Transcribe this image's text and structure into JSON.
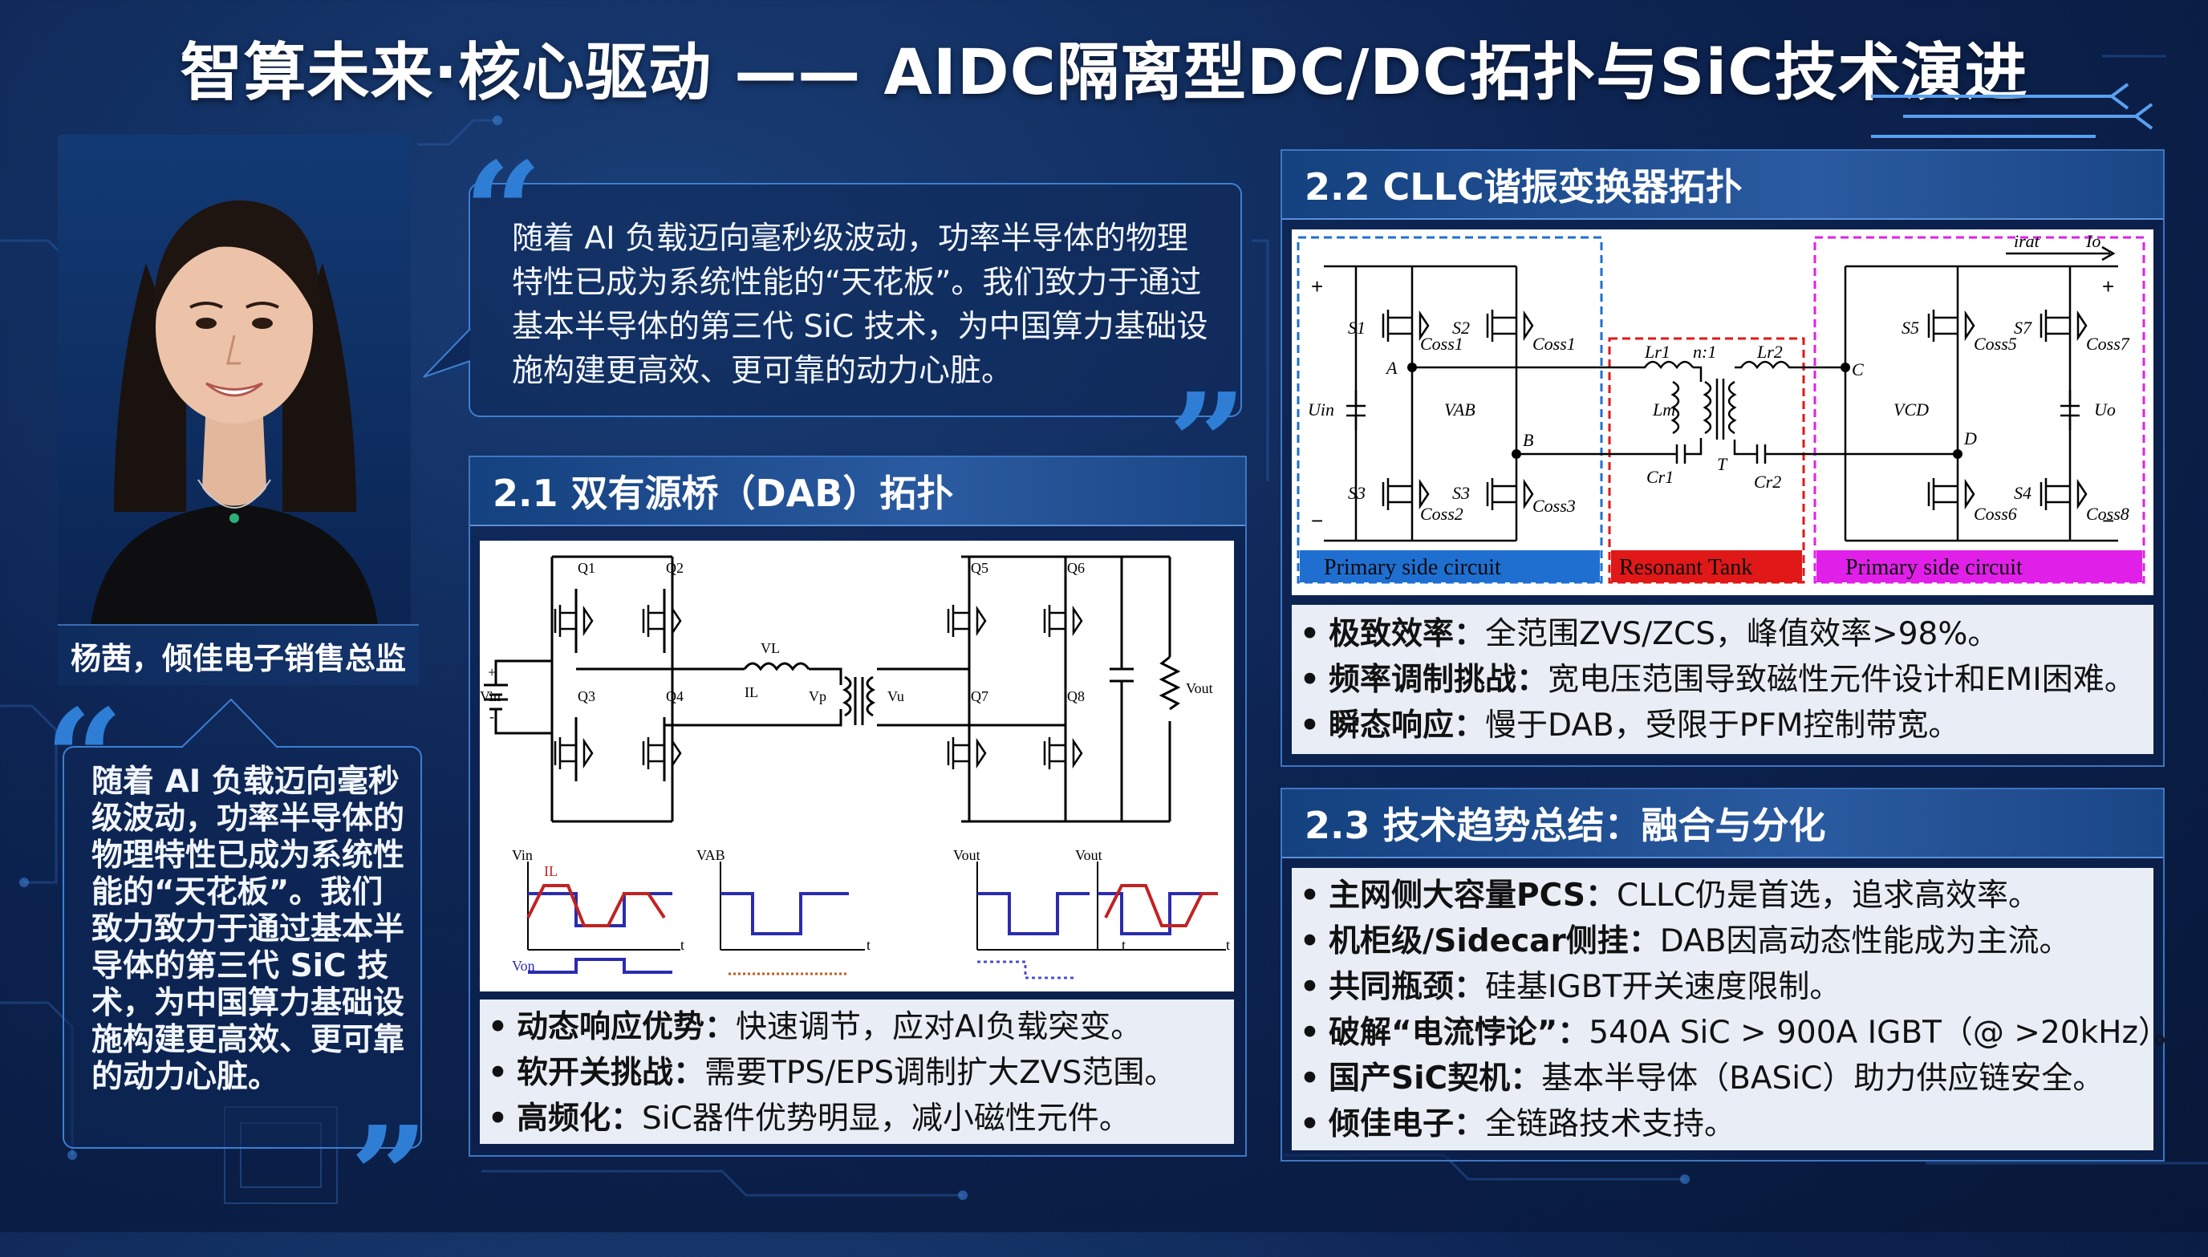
{
  "title": "智算未来·核心驱动 —— AIDC隔离型DC/DC拓扑与SiC技术演进",
  "speaker": {
    "caption": "杨茜，倾佳电子销售总监"
  },
  "quote_top": "随着 AI 负载迈向毫秒级波动，功率半导体的物理特性已成为系统性能的“天花板”。我们致力于通过基本半导体的第三代 SiC 技术，为中国算力基础设施构建更高效、更可靠的动力心脏。",
  "quote_left": "随着 AI 负载迈向毫秒级波动，功率半导体的物理特性已成为系统性能的“天花板”。我们致力致力于通过基本半导体的第三代 SiC 技术，为中国算力基础设施构建更高效、更可靠的动力心脏。",
  "quote_marks": {
    "open": "“",
    "close": "”"
  },
  "dab": {
    "heading": "2.1 双有源桥（DAB）拓扑",
    "labels": {
      "q1": "Q1",
      "q2": "Q2",
      "q3": "Q3",
      "q4": "Q4",
      "q5": "Q5",
      "q6": "Q6",
      "q7": "Q7",
      "q8": "Q8",
      "vin": "Vin",
      "vout": "Vout",
      "vl": "VL",
      "il": "IL",
      "vp": "Vp",
      "vu": "Vu",
      "plus": "+",
      "minus": "-"
    },
    "waves": {
      "w1_top": "Vin",
      "w1_il": "IL",
      "w1_bottom": "Von",
      "w2_top": "VAB",
      "w3_top": "Vout",
      "w4_top": "Vout",
      "t": "t"
    },
    "bullets": [
      {
        "term": "动态响应优势：",
        "text": "快速调节，应对AI负载突变。"
      },
      {
        "term": "软开关挑战：",
        "text": "需要TPS/EPS调制扩大ZVS范围。"
      },
      {
        "term": "高频化：",
        "text": "SiC器件优势明显，减小磁性元件。"
      }
    ]
  },
  "cllc": {
    "heading": "2.2 CLLC谐振变换器拓扑",
    "labels": {
      "s1": "S1",
      "s2": "S2",
      "s3": "S3",
      "s5": "S5",
      "s7": "S7",
      "s4": "S4",
      "s3b": "S3",
      "coss1": "Coss1",
      "coss1b": "Coss1",
      "coss2": "Coss2",
      "coss3": "Coss3",
      "coss5": "Coss5",
      "coss7": "Coss7",
      "coss6": "Coss6",
      "coss8": "Coss8",
      "uin": "Uin",
      "uo": "Uo",
      "vab": "VAB",
      "vcd": "VCD",
      "a": "A",
      "b": "B",
      "c": "C",
      "d": "D",
      "lr1": "Lr1",
      "lr2": "Lr2",
      "lm": "Lm",
      "ratio": "n:1",
      "t": "T",
      "cr1": "Cr1",
      "cr2": "Cr2",
      "irat": "irat",
      "io": "Io",
      "plus": "+",
      "minus": "−"
    },
    "box_primary": "Primary side circuit",
    "box_resonant": "Resonant Tank",
    "box_secondary": "Primary side circuit",
    "bullets": [
      {
        "term": "极致效率：",
        "text": "全范围ZVS/ZCS，峰值效率>98%。"
      },
      {
        "term": "频率调制挑战：",
        "text": "宽电压范围导致磁性元件设计和EMI困难。"
      },
      {
        "term": "瞬态响应：",
        "text": "慢于DAB，受限于PFM控制带宽。"
      }
    ]
  },
  "trend": {
    "heading": "2.3 技术趋势总结：融合与分化",
    "bullets": [
      {
        "term": "主网侧大容量PCS：",
        "text": "CLLC仍是首选，追求高效率。"
      },
      {
        "term": "机柜级/Sidecar侧挂：",
        "text": "DAB因高动态性能成为主流。"
      },
      {
        "term": "共同瓶颈：",
        "text": "硅基IGBT开关速度限制。"
      },
      {
        "term": "破解“电流悖论”：",
        "text": "540A SiC > 900A IGBT（@ >20kHz）。"
      },
      {
        "term": "国产SiC契机：",
        "text": "基本半导体（BASiC）助力供应链安全。"
      },
      {
        "term": "倾佳电子：",
        "text": "全链路技术支持。"
      }
    ]
  },
  "colors": {
    "accent_blue": "#2f7ed6",
    "panel_header": "#2a5aa0",
    "box_blue": "#1f6fd1",
    "box_red": "#e01818",
    "box_magenta": "#e020e8"
  }
}
